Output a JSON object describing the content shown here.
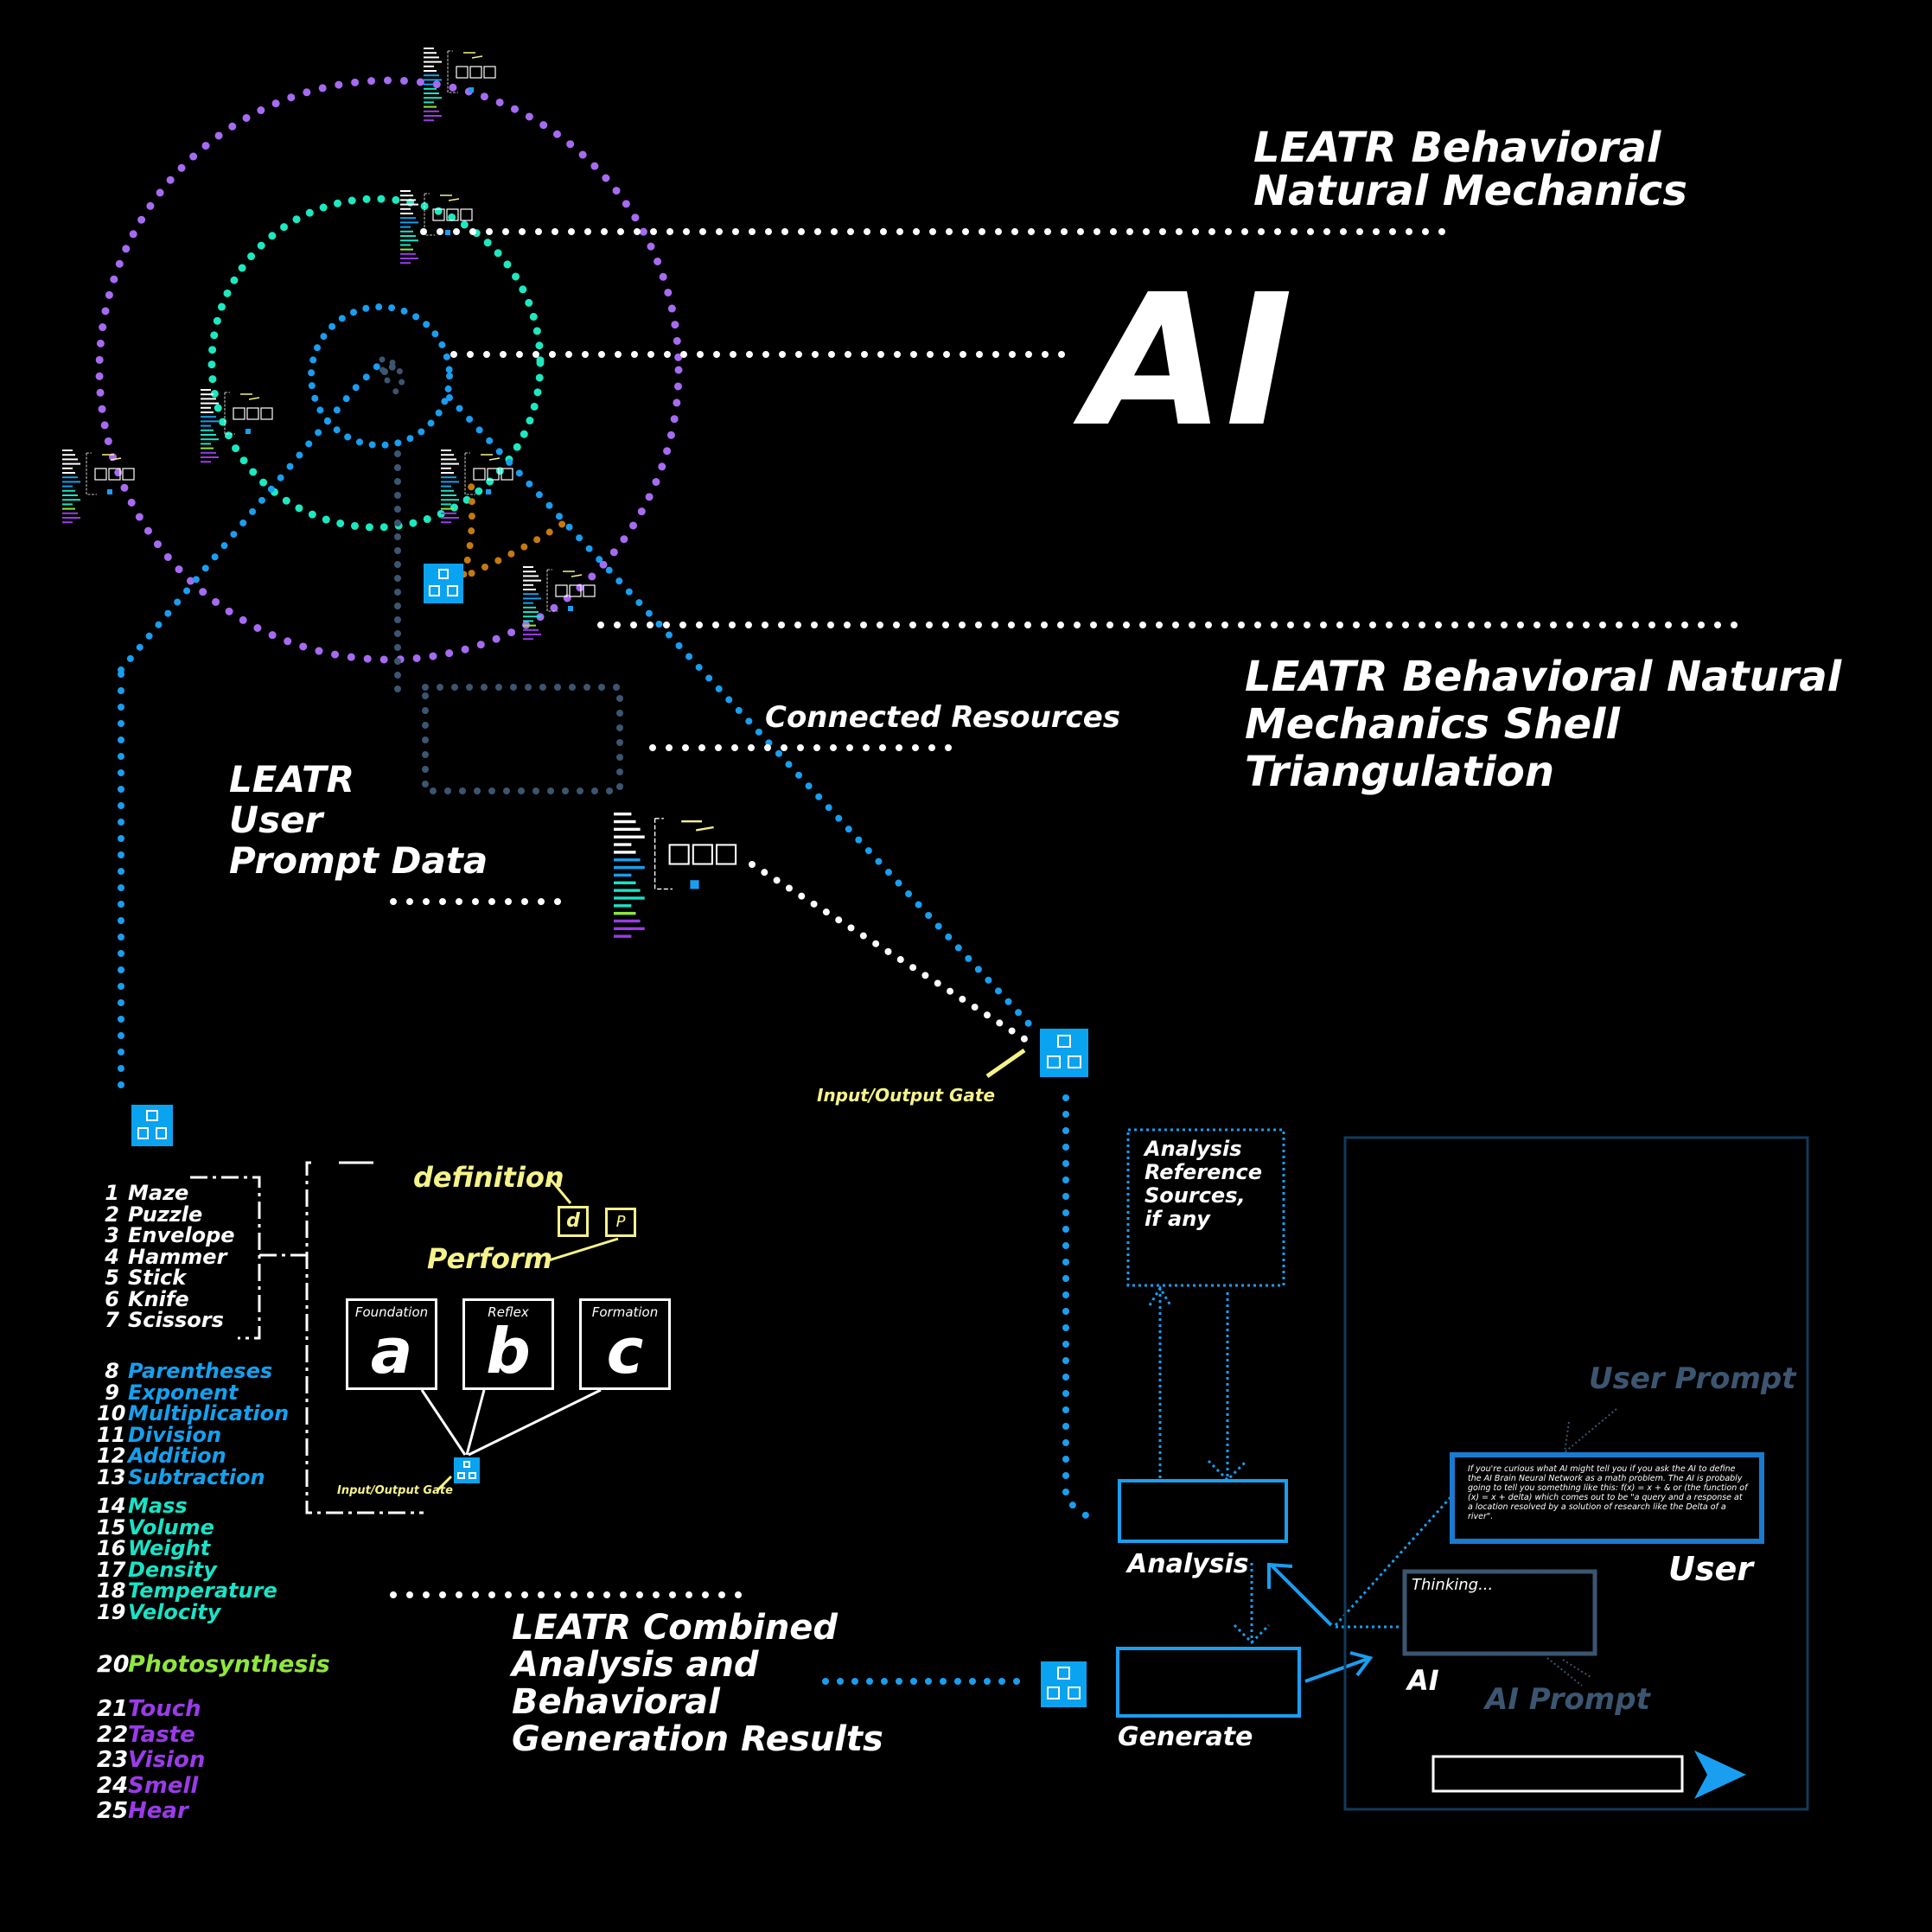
{
  "title": {
    "line1": "LEATR Behavioral",
    "line2": "Natural Mechanics"
  },
  "center_label": "AI",
  "shell": {
    "line1": "LEATR Behavioral Natural",
    "line2": "Mechanics Shell",
    "line3": "Triangulation"
  },
  "connected_resources": "Connected Resources",
  "user_prompt_data": {
    "line1": "LEATR",
    "line2": "User",
    "line3": "Prompt Data"
  },
  "io_gate_label": "Input/Output Gate",
  "legend": {
    "definition": "definition",
    "perform": "Perform",
    "d": "d",
    "p": "P",
    "cards": [
      {
        "caption": "Foundation",
        "letter": "a"
      },
      {
        "caption": "Reflex",
        "letter": "b"
      },
      {
        "caption": "Formation",
        "letter": "c"
      }
    ],
    "gate_label": "Input/Output Gate"
  },
  "list": {
    "group_white": [
      {
        "n": "1",
        "label": "Maze"
      },
      {
        "n": "2",
        "label": "Puzzle"
      },
      {
        "n": "3",
        "label": "Envelope"
      },
      {
        "n": "4",
        "label": "Hammer"
      },
      {
        "n": "5",
        "label": "Stick"
      },
      {
        "n": "6",
        "label": "Knife"
      },
      {
        "n": "7",
        "label": "Scissors"
      }
    ],
    "group_blue": [
      {
        "n": "8",
        "label": "Parentheses"
      },
      {
        "n": "9",
        "label": "Exponent"
      },
      {
        "n": "10",
        "label": "Multiplication"
      },
      {
        "n": "11",
        "label": "Division"
      },
      {
        "n": "12",
        "label": "Addition"
      },
      {
        "n": "13",
        "label": "Subtraction"
      }
    ],
    "group_teal": [
      {
        "n": "14",
        "label": "Mass"
      },
      {
        "n": "15",
        "label": "Volume"
      },
      {
        "n": "16",
        "label": "Weight"
      },
      {
        "n": "17",
        "label": "Density"
      },
      {
        "n": "18",
        "label": "Temperature"
      },
      {
        "n": "19",
        "label": "Velocity"
      }
    ],
    "group_green": [
      {
        "n": "20",
        "label": "Photosynthesis"
      }
    ],
    "group_purple": [
      {
        "n": "21",
        "label": "Touch"
      },
      {
        "n": "22",
        "label": "Taste"
      },
      {
        "n": "23",
        "label": "Vision"
      },
      {
        "n": "24",
        "label": "Smell"
      },
      {
        "n": "25",
        "label": "Hear"
      }
    ]
  },
  "combined": {
    "line1": "LEATR Combined",
    "line2": "Analysis and",
    "line3": "Behavioral",
    "line4": "Generation Results"
  },
  "analysis_ref": {
    "line1": "Analysis",
    "line2": "Reference",
    "line3": "Sources,",
    "line4": "if any"
  },
  "analysis_label": "Analysis",
  "generate_label": "Generate",
  "chat": {
    "user_prompt_heading": "User Prompt",
    "user_message": "If you're curious what AI might tell you if you ask the AI to define the AI Brain Neural Network as a math problem. The AI is probably going to tell you something like this: f(x) = x + & or (the function of (x) = x + delta) which comes out to be \"a query and a response at a location resolved by a solution of research like the Delta of a river\".",
    "user_label": "User",
    "thinking": "Thinking...",
    "ai_label": "AI",
    "ai_prompt_heading": "AI Prompt",
    "input_placeholder": ""
  },
  "colors": {
    "purple": "#a66bf2",
    "teal": "#1de9c0",
    "blue": "#1a9ef0",
    "orange": "#c47a10",
    "grey": "#3c5570",
    "yellow": "#f6f38a",
    "green": "#8ee83c",
    "list_blue": "#15a0ee",
    "list_teal": "#19e3c6",
    "list_purple": "#9a3be8"
  }
}
